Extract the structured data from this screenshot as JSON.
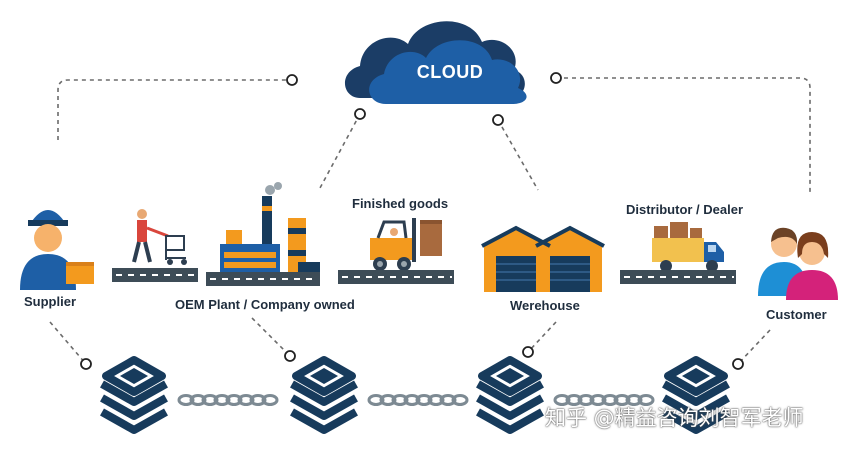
{
  "cloud": {
    "label": "CLOUD"
  },
  "labels": {
    "supplier": "Supplier",
    "oem_plant": "OEM Plant / Company owned",
    "finished_goods": "Finished goods",
    "warehouse": "Werehouse",
    "distributor": "Distributor / Dealer",
    "customer": "Customer"
  },
  "watermark": "知乎 @精益咨询刘智军老师",
  "colors": {
    "navy": "#173b5c",
    "cloud_blue": "#1e5fa6",
    "cloud_dark": "#1b3d66",
    "orange": "#f39a1e",
    "conveyor": "#3d4c57",
    "conveyor_dash": "#ffffff",
    "dotted_line": "#6b6b6b"
  },
  "icons": [
    "cloud-icon",
    "supplier-icon",
    "worker-cart-icon",
    "factory-icon",
    "forklift-icon",
    "warehouse-icon",
    "truck-icon",
    "customer-icon",
    "blockchain-node-icon",
    "chain-link-icon"
  ]
}
